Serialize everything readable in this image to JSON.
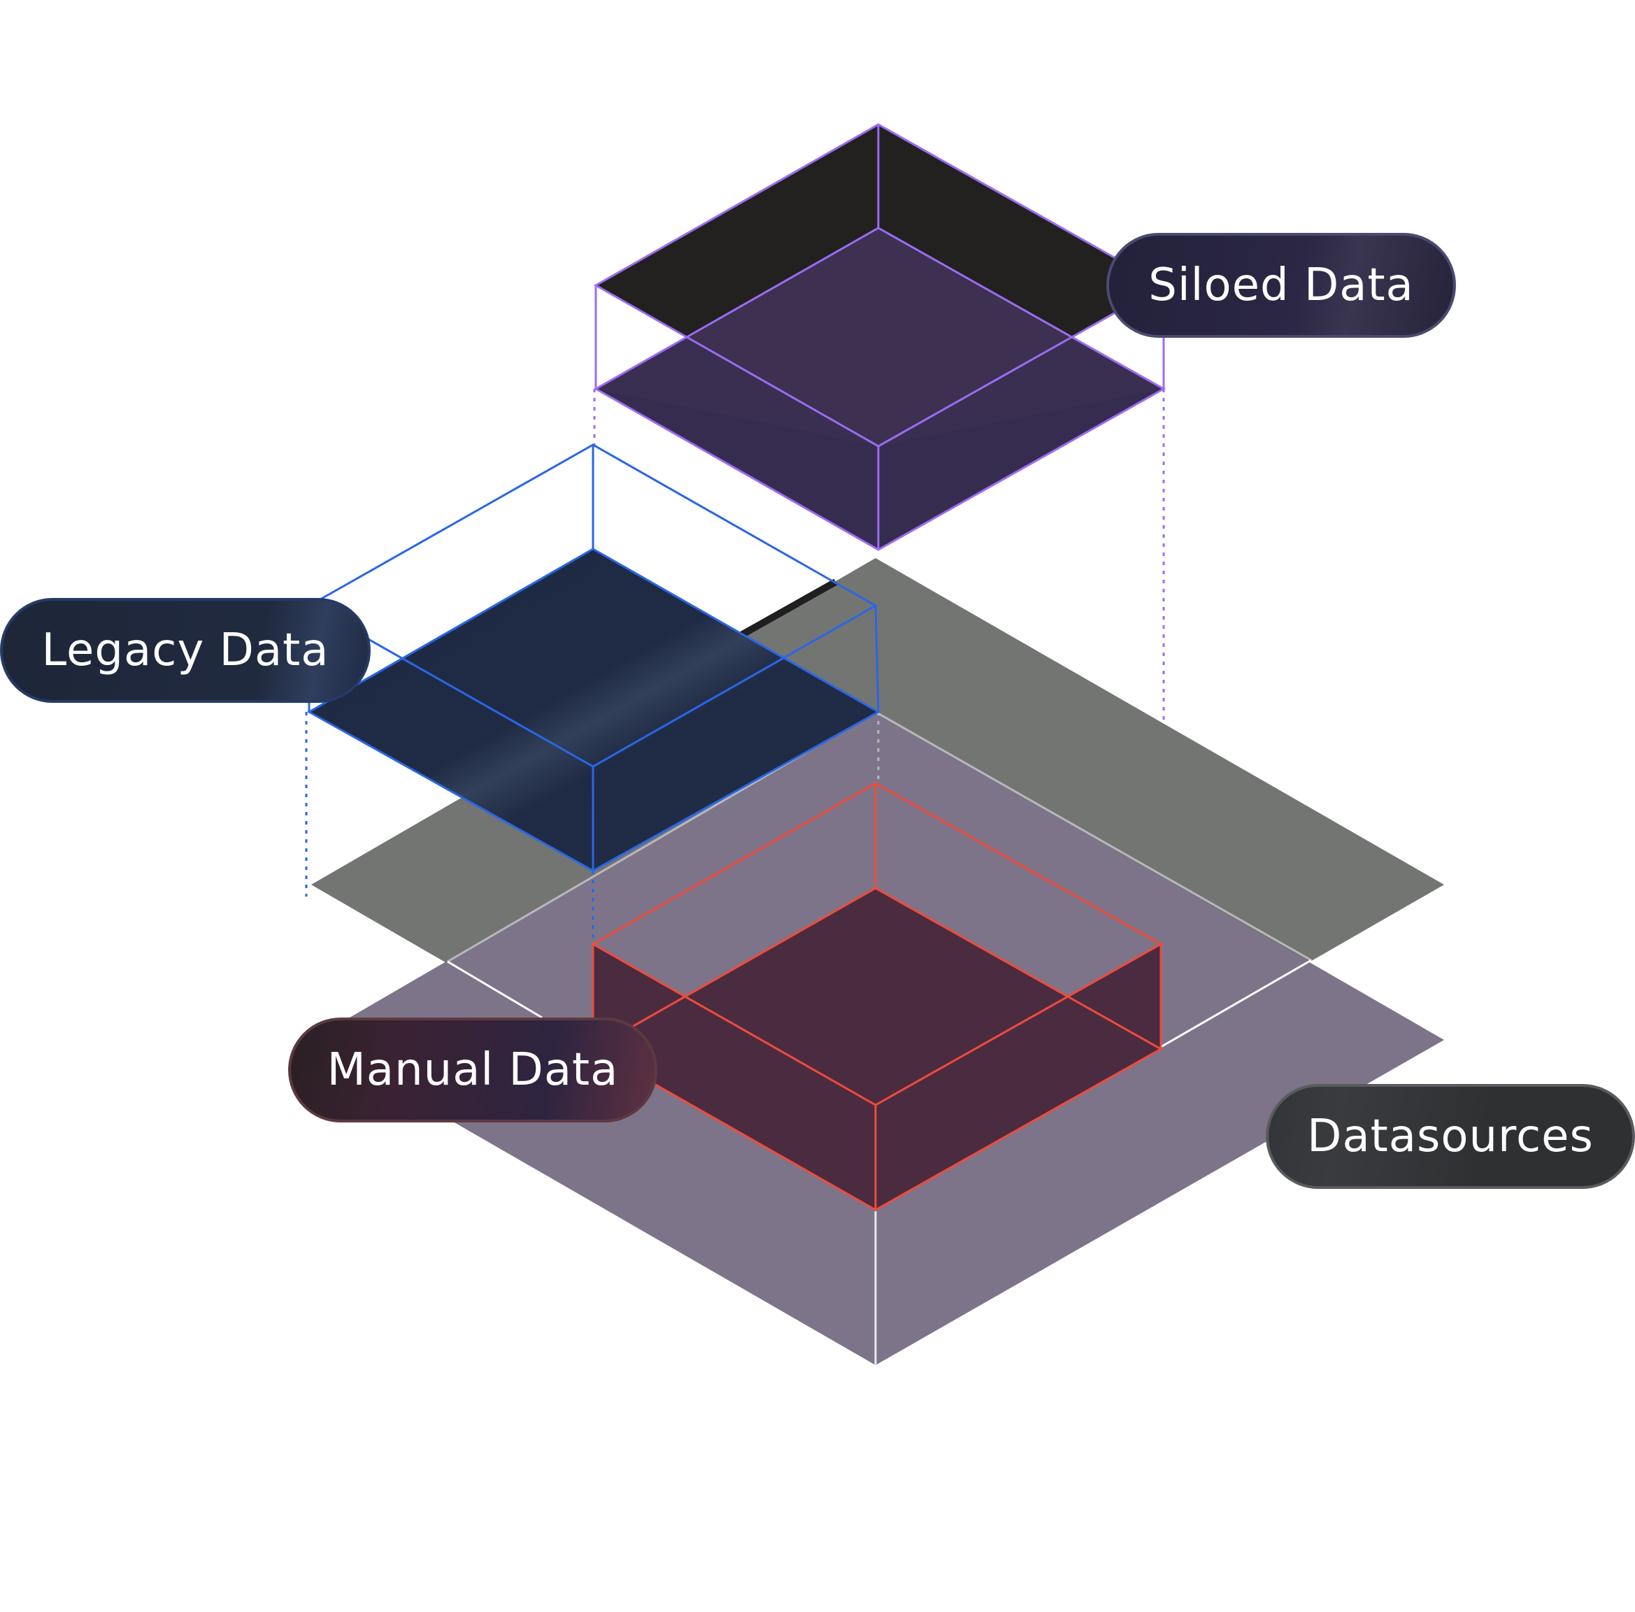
{
  "labels": {
    "siloed": "Siloed Data",
    "legacy": "Legacy Data",
    "manual": "Manual Data",
    "datasources": "Datasources"
  },
  "colors": {
    "siloed_stroke": "#9b6cf2",
    "legacy_stroke": "#2a66e6",
    "manual_stroke": "#ef4b3d",
    "base_gray": "#737573",
    "base_purple": "#7e7489"
  }
}
